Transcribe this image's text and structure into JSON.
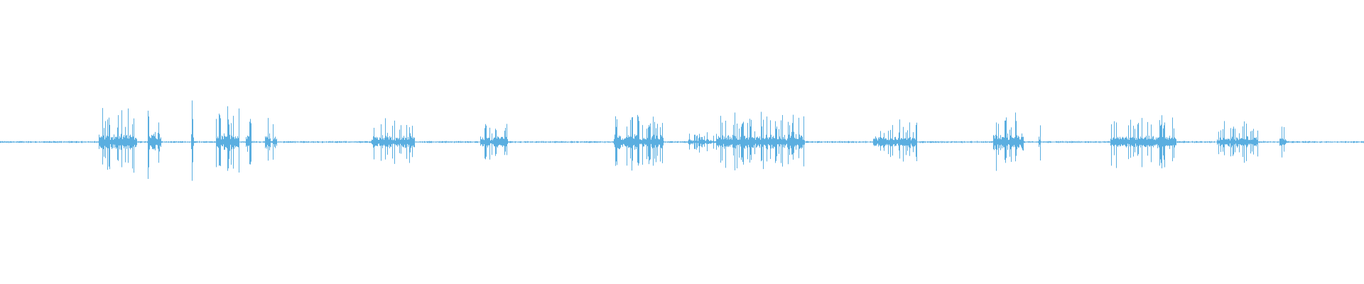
{
  "waveform": {
    "color": "#5aaee0",
    "background": "#ffffff",
    "baseline_noise": 0.012,
    "bursts": [
      {
        "start": 0.072,
        "end": 0.1,
        "amplitude": 0.55
      },
      {
        "start": 0.108,
        "end": 0.118,
        "amplitude": 0.7
      },
      {
        "start": 0.14,
        "end": 0.142,
        "amplitude": 0.85
      },
      {
        "start": 0.158,
        "end": 0.175,
        "amplitude": 0.6
      },
      {
        "start": 0.18,
        "end": 0.184,
        "amplitude": 0.65
      },
      {
        "start": 0.194,
        "end": 0.198,
        "amplitude": 0.65
      },
      {
        "start": 0.2,
        "end": 0.203,
        "amplitude": 0.45
      },
      {
        "start": 0.272,
        "end": 0.304,
        "amplitude": 0.42
      },
      {
        "start": 0.352,
        "end": 0.372,
        "amplitude": 0.38
      },
      {
        "start": 0.45,
        "end": 0.486,
        "amplitude": 0.5
      },
      {
        "start": 0.484,
        "end": 0.486,
        "amplitude": 0.6
      },
      {
        "start": 0.504,
        "end": 0.523,
        "amplitude": 0.18
      },
      {
        "start": 0.525,
        "end": 0.59,
        "amplitude": 0.5
      },
      {
        "start": 0.64,
        "end": 0.672,
        "amplitude": 0.38
      },
      {
        "start": 0.728,
        "end": 0.75,
        "amplitude": 0.55
      },
      {
        "start": 0.761,
        "end": 0.763,
        "amplitude": 0.4
      },
      {
        "start": 0.814,
        "end": 0.862,
        "amplitude": 0.45
      },
      {
        "start": 0.892,
        "end": 0.922,
        "amplitude": 0.38
      },
      {
        "start": 0.938,
        "end": 0.943,
        "amplitude": 0.35
      }
    ]
  }
}
